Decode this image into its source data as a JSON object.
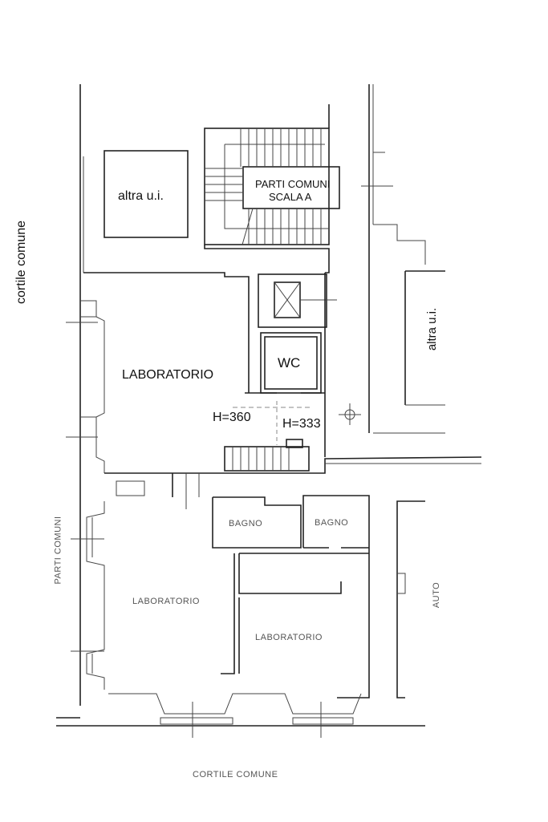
{
  "plan": {
    "labels": {
      "cortile_left": "cortile comune",
      "altra_top": "altra u.i.",
      "parti_comuni": "PARTI COMUNI",
      "scala": "SCALA A",
      "altra_right": "altra u.i.",
      "laboratorio_main": "LABORATORIO",
      "wc": "WC",
      "h360": "H=360",
      "h333": "H=333",
      "bagno_1": "BAGNO",
      "bagno_2": "BAGNO",
      "parti_comuni_lower": "PARTI COMUNI",
      "laboratorio_lower_left": "LABORATORIO",
      "laboratorio_lower_right": "LABORATORIO",
      "auto": "AUTO",
      "cortile_bottom": "CORTILE COMUNE"
    }
  }
}
